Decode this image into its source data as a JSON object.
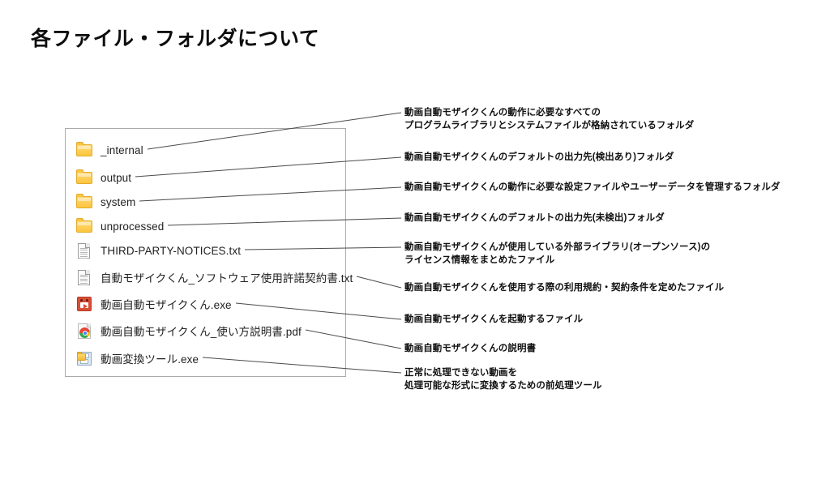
{
  "page_title": "各ファイル・フォルダについて",
  "colors": {
    "background": "#ffffff",
    "panel_border": "#aaaaaa",
    "leader_line": "#4a4a4a",
    "text": "#111111",
    "folder_yellow": "#fcc53f",
    "app_red": "#d94e36"
  },
  "explorer": {
    "items": [
      {
        "name": "_internal",
        "icon": "folder-icon",
        "type": "folder"
      },
      {
        "name": "output",
        "icon": "folder-icon",
        "type": "folder"
      },
      {
        "name": "system",
        "icon": "folder-icon",
        "type": "folder"
      },
      {
        "name": "unprocessed",
        "icon": "folder-icon",
        "type": "folder"
      },
      {
        "name": "THIRD-PARTY-NOTICES.txt",
        "icon": "text-file-icon",
        "type": "txt"
      },
      {
        "name": "自動モザイクくん_ソフトウェア使用許諾契約書.txt",
        "icon": "text-file-icon",
        "type": "txt"
      },
      {
        "name": "動画自動モザイクくん.exe",
        "icon": "app-exe-icon",
        "type": "exe"
      },
      {
        "name": "動画自動モザイクくん_使い方説明書.pdf",
        "icon": "chrome-pdf-icon",
        "type": "pdf"
      },
      {
        "name": "動画変換ツール.exe",
        "icon": "convert-tool-icon",
        "type": "exe"
      }
    ]
  },
  "annotations": [
    {
      "target": "_internal",
      "lines": [
        "動画自動モザイクくんの動作に必要なすべての",
        "プログラムライブラリとシステムファイルが格納されているフォルダ"
      ]
    },
    {
      "target": "output",
      "lines": [
        "動画自動モザイクくんのデフォルトの出力先(検出あり)フォルダ"
      ]
    },
    {
      "target": "system",
      "lines": [
        "動画自動モザイクくんの動作に必要な設定ファイルやユーザーデータを管理するフォルダ"
      ]
    },
    {
      "target": "unprocessed",
      "lines": [
        "動画自動モザイクくんのデフォルトの出力先(未検出)フォルダ"
      ]
    },
    {
      "target": "THIRD-PARTY-NOTICES.txt",
      "lines": [
        "動画自動モザイクくんが使用している外部ライブラリ(オープンソース)の",
        "ライセンス情報をまとめたファイル"
      ]
    },
    {
      "target": "自動モザイクくん_ソフトウェア使用許諾契約書.txt",
      "lines": [
        "動画自動モザイクくんを使用する際の利用規約・契約条件を定めたファイル"
      ]
    },
    {
      "target": "動画自動モザイクくん.exe",
      "lines": [
        "動画自動モザイクくんを起動するファイル"
      ]
    },
    {
      "target": "動画自動モザイクくん_使い方説明書.pdf",
      "lines": [
        "動画自動モザイクくんの説明書"
      ]
    },
    {
      "target": "動画変換ツール.exe",
      "lines": [
        "正常に処理できない動画を",
        "処理可能な形式に変換するための前処理ツール"
      ]
    }
  ]
}
